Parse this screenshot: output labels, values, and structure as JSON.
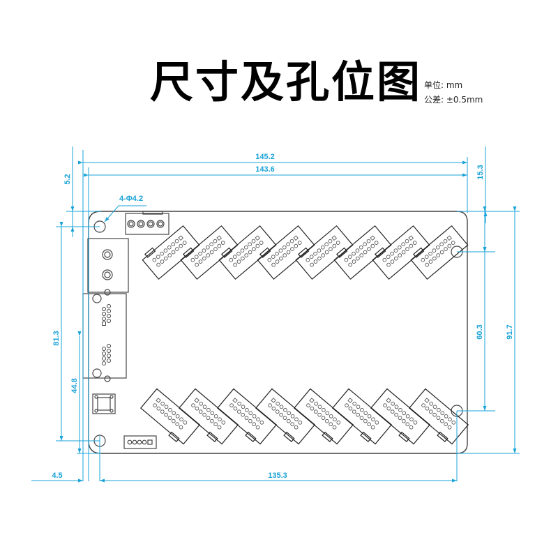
{
  "header": {
    "title": "尺寸及孔位图",
    "unit_label": "单位: mm",
    "tolerance_label": "公差: ±0.5mm"
  },
  "colors": {
    "dimension": "#1aa3d8",
    "outline": "#333333",
    "background": "#ffffff"
  },
  "dimensions": {
    "overall_width": "145.2",
    "board_width": "143.6",
    "top_offset": "5.2",
    "right_top_offset": "15.3",
    "hole_callout": "4-Φ4.2",
    "left_hole_span": "81.3",
    "left_lower_span": "44.8",
    "right_hole_span": "60.3",
    "board_height": "91.7",
    "left_edge_hole": "4.5",
    "hole_span_width": "135.3"
  },
  "board": {
    "top_connector_count": 8,
    "bottom_connector_count": 8,
    "mounting_holes": 4,
    "terminal_pins_top": 4,
    "terminal_pins_bottom": 5
  }
}
